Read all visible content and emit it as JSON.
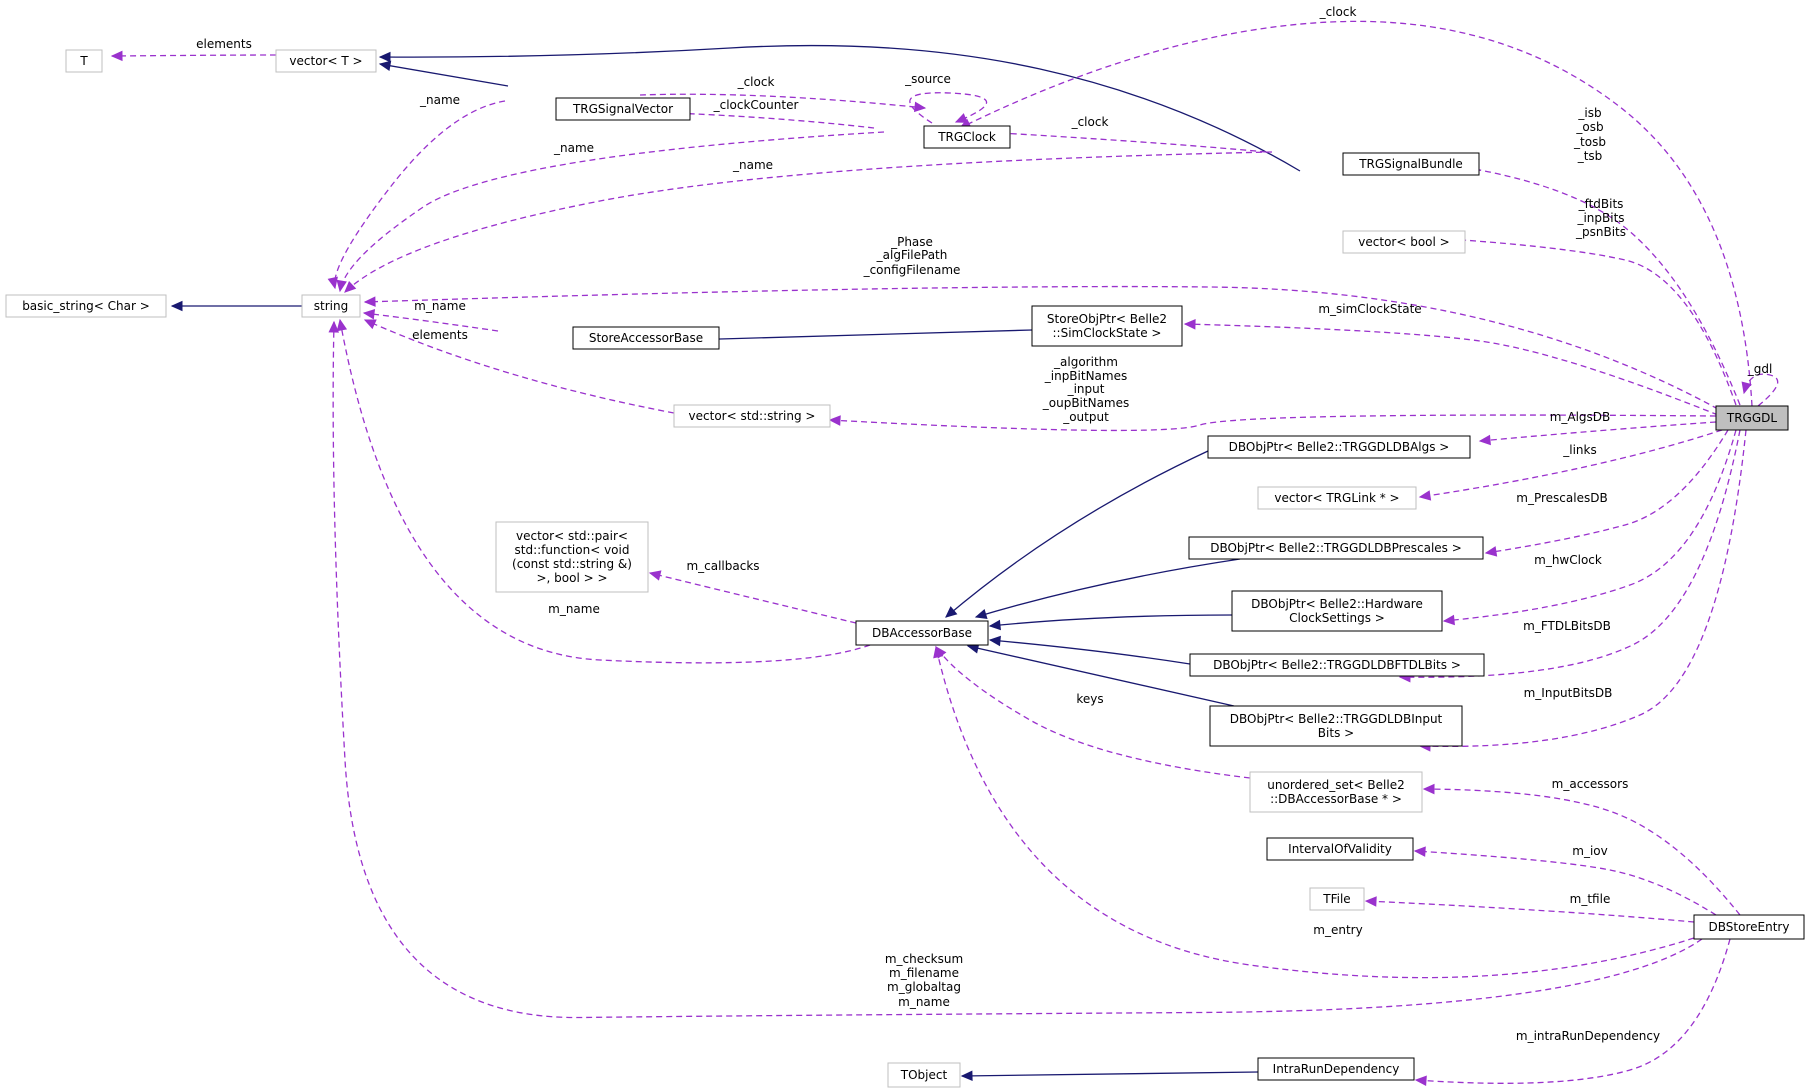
{
  "nodes": {
    "T": {
      "lines": [
        "T"
      ],
      "kind": "ext"
    },
    "vector_T": {
      "lines": [
        "vector< T >"
      ],
      "kind": "ext"
    },
    "TRGSignalVector": {
      "lines": [
        "TRGSignalVector"
      ],
      "kind": "doc"
    },
    "TRGClock": {
      "lines": [
        "TRGClock"
      ],
      "kind": "doc"
    },
    "TRGSignalBundle": {
      "lines": [
        "TRGSignalBundle"
      ],
      "kind": "doc"
    },
    "vector_bool": {
      "lines": [
        "vector< bool >"
      ],
      "kind": "ext"
    },
    "basic_string": {
      "lines": [
        "basic_string< Char >"
      ],
      "kind": "ext"
    },
    "string": {
      "lines": [
        "string"
      ],
      "kind": "ext"
    },
    "StoreAccessorBase": {
      "lines": [
        "StoreAccessorBase"
      ],
      "kind": "doc"
    },
    "StoreObjPtr": {
      "lines": [
        "StoreObjPtr< Belle2",
        "::SimClockState >"
      ],
      "kind": "doc"
    },
    "vector_string": {
      "lines": [
        "vector< std::string >"
      ],
      "kind": "ext"
    },
    "TRGGDL": {
      "lines": [
        "TRGGDL"
      ],
      "kind": "focus"
    },
    "DBObjPtr_Algs": {
      "lines": [
        "DBObjPtr< Belle2::TRGGDLDBAlgs >"
      ],
      "kind": "doc"
    },
    "vector_link": {
      "lines": [
        "vector< TRGLink * >"
      ],
      "kind": "ext"
    },
    "DBObjPtr_Prescales": {
      "lines": [
        "DBObjPtr< Belle2::TRGGDLDBPrescales >"
      ],
      "kind": "doc"
    },
    "vector_pair": {
      "lines": [
        "vector< std::pair<",
        "std::function< void",
        "(const std::string &)",
        ">, bool > >"
      ],
      "kind": "ext"
    },
    "DBObjPtr_Hardware": {
      "lines": [
        "DBObjPtr< Belle2::Hardware",
        "ClockSettings >"
      ],
      "kind": "doc"
    },
    "DBAccessorBase": {
      "lines": [
        "DBAccessorBase"
      ],
      "kind": "doc"
    },
    "DBObjPtr_FTDL": {
      "lines": [
        "DBObjPtr< Belle2::TRGGDLDBFTDLBits >"
      ],
      "kind": "doc"
    },
    "DBObjPtr_Input": {
      "lines": [
        "DBObjPtr< Belle2::TRGGDLDBInput",
        "Bits >"
      ],
      "kind": "doc"
    },
    "unordered_set": {
      "lines": [
        "unordered_set< Belle2",
        "::DBAccessorBase * >"
      ],
      "kind": "ext"
    },
    "IntervalOfValidity": {
      "lines": [
        "IntervalOfValidity"
      ],
      "kind": "doc"
    },
    "TFile": {
      "lines": [
        "TFile"
      ],
      "kind": "ext"
    },
    "DBStoreEntry": {
      "lines": [
        "DBStoreEntry"
      ],
      "kind": "doc"
    },
    "TObject": {
      "lines": [
        "TObject"
      ],
      "kind": "ext"
    },
    "IntraRunDependency": {
      "lines": [
        "IntraRunDependency"
      ],
      "kind": "doc"
    }
  },
  "edges": [
    {
      "from": "vector_T",
      "to": "T",
      "type": "usage",
      "label": [
        "elements"
      ]
    },
    {
      "from": "TRGSignalVector",
      "to": "vector_T",
      "type": "inheritance",
      "label": []
    },
    {
      "from": "TRGSignalBundle",
      "to": "vector_T",
      "type": "inheritance",
      "label": []
    },
    {
      "from": "TRGSignalVector",
      "to": "TRGClock",
      "type": "usage",
      "label": [
        "_clock"
      ]
    },
    {
      "from": "TRGClock",
      "to": "TRGSignalVector",
      "type": "usage",
      "label": [
        "_clockCounter"
      ]
    },
    {
      "from": "TRGClock",
      "to": "TRGClock",
      "type": "usage",
      "label": [
        "_source"
      ]
    },
    {
      "from": "TRGSignalBundle",
      "to": "TRGClock",
      "type": "usage",
      "label": [
        "_clock"
      ]
    },
    {
      "from": "TRGGDL",
      "to": "TRGClock",
      "type": "usage",
      "label": [
        "_clock"
      ]
    },
    {
      "from": "TRGSignalVector",
      "to": "string",
      "type": "usage",
      "label": [
        "_name"
      ]
    },
    {
      "from": "TRGClock",
      "to": "string",
      "type": "usage",
      "label": [
        "_name"
      ]
    },
    {
      "from": "TRGSignalBundle",
      "to": "string",
      "type": "usage",
      "label": [
        "_name"
      ]
    },
    {
      "from": "TRGGDL",
      "to": "TRGSignalBundle",
      "type": "usage",
      "label": [
        "_isb",
        "_osb",
        "_tosb",
        "_tsb"
      ]
    },
    {
      "from": "TRGGDL",
      "to": "vector_bool",
      "type": "usage",
      "label": [
        "_ftdBits",
        "_inpBits",
        "_psnBits"
      ]
    },
    {
      "from": "string",
      "to": "basic_string",
      "type": "inheritance",
      "label": []
    },
    {
      "from": "TRGGDL",
      "to": "string",
      "type": "usage",
      "label": [
        "_Phase",
        "_algFilePath",
        "_configFilename"
      ]
    },
    {
      "from": "StoreAccessorBase",
      "to": "string",
      "type": "usage",
      "label": [
        "m_name"
      ]
    },
    {
      "from": "vector_string",
      "to": "string",
      "type": "usage",
      "label": [
        "elements"
      ]
    },
    {
      "from": "StoreObjPtr",
      "to": "StoreAccessorBase",
      "type": "inheritance",
      "label": []
    },
    {
      "from": "TRGGDL",
      "to": "StoreObjPtr",
      "type": "usage",
      "label": [
        "m_simClockState"
      ]
    },
    {
      "from": "TRGGDL",
      "to": "vector_string",
      "type": "usage",
      "label": [
        "_algorithm",
        "_inpBitNames",
        "_input",
        "_oupBitNames",
        "_output"
      ]
    },
    {
      "from": "TRGGDL",
      "to": "TRGGDL",
      "type": "usage",
      "label": [
        "_gdl"
      ]
    },
    {
      "from": "TRGGDL",
      "to": "DBObjPtr_Algs",
      "type": "usage",
      "label": [
        "m_AlgsDB"
      ]
    },
    {
      "from": "TRGGDL",
      "to": "vector_link",
      "type": "usage",
      "label": [
        "_links"
      ]
    },
    {
      "from": "TRGGDL",
      "to": "DBObjPtr_Prescales",
      "type": "usage",
      "label": [
        "m_PrescalesDB"
      ]
    },
    {
      "from": "TRGGDL",
      "to": "DBObjPtr_Hardware",
      "type": "usage",
      "label": [
        "m_hwClock"
      ]
    },
    {
      "from": "TRGGDL",
      "to": "DBObjPtr_FTDL",
      "type": "usage",
      "label": [
        "m_FTDLBitsDB"
      ]
    },
    {
      "from": "TRGGDL",
      "to": "DBObjPtr_Input",
      "type": "usage",
      "label": [
        "m_InputBitsDB"
      ]
    },
    {
      "from": "DBObjPtr_Algs",
      "to": "DBAccessorBase",
      "type": "inheritance",
      "label": []
    },
    {
      "from": "DBObjPtr_Prescales",
      "to": "DBAccessorBase",
      "type": "inheritance",
      "label": []
    },
    {
      "from": "DBObjPtr_Hardware",
      "to": "DBAccessorBase",
      "type": "inheritance",
      "label": []
    },
    {
      "from": "DBObjPtr_FTDL",
      "to": "DBAccessorBase",
      "type": "inheritance",
      "label": []
    },
    {
      "from": "DBObjPtr_Input",
      "to": "DBAccessorBase",
      "type": "inheritance",
      "label": []
    },
    {
      "from": "DBAccessorBase",
      "to": "vector_pair",
      "type": "usage",
      "label": [
        "m_callbacks"
      ]
    },
    {
      "from": "DBAccessorBase",
      "to": "string",
      "type": "usage",
      "label": [
        "m_name"
      ]
    },
    {
      "from": "unordered_set",
      "to": "DBAccessorBase",
      "type": "usage",
      "label": [
        "keys"
      ]
    },
    {
      "from": "DBStoreEntry",
      "to": "DBAccessorBase",
      "type": "usage",
      "label": [
        "m_entry"
      ]
    },
    {
      "from": "DBStoreEntry",
      "to": "unordered_set",
      "type": "usage",
      "label": [
        "m_accessors"
      ]
    },
    {
      "from": "DBStoreEntry",
      "to": "IntervalOfValidity",
      "type": "usage",
      "label": [
        "m_iov"
      ]
    },
    {
      "from": "DBStoreEntry",
      "to": "TFile",
      "type": "usage",
      "label": [
        "m_tfile"
      ]
    },
    {
      "from": "DBStoreEntry",
      "to": "string",
      "type": "usage",
      "label": [
        "m_checksum",
        "m_filename",
        "m_globaltag",
        "m_name"
      ]
    },
    {
      "from": "DBStoreEntry",
      "to": "IntraRunDependency",
      "type": "usage",
      "label": [
        "m_intraRunDependency"
      ]
    },
    {
      "from": "IntraRunDependency",
      "to": "TObject",
      "type": "inheritance",
      "label": []
    }
  ],
  "colors": {
    "inheritance": "#191970",
    "usage": "#9a32cd",
    "focus_fill": "#bfbfbf",
    "external_border": "#bfbfbf",
    "documented_border": "#000000"
  }
}
